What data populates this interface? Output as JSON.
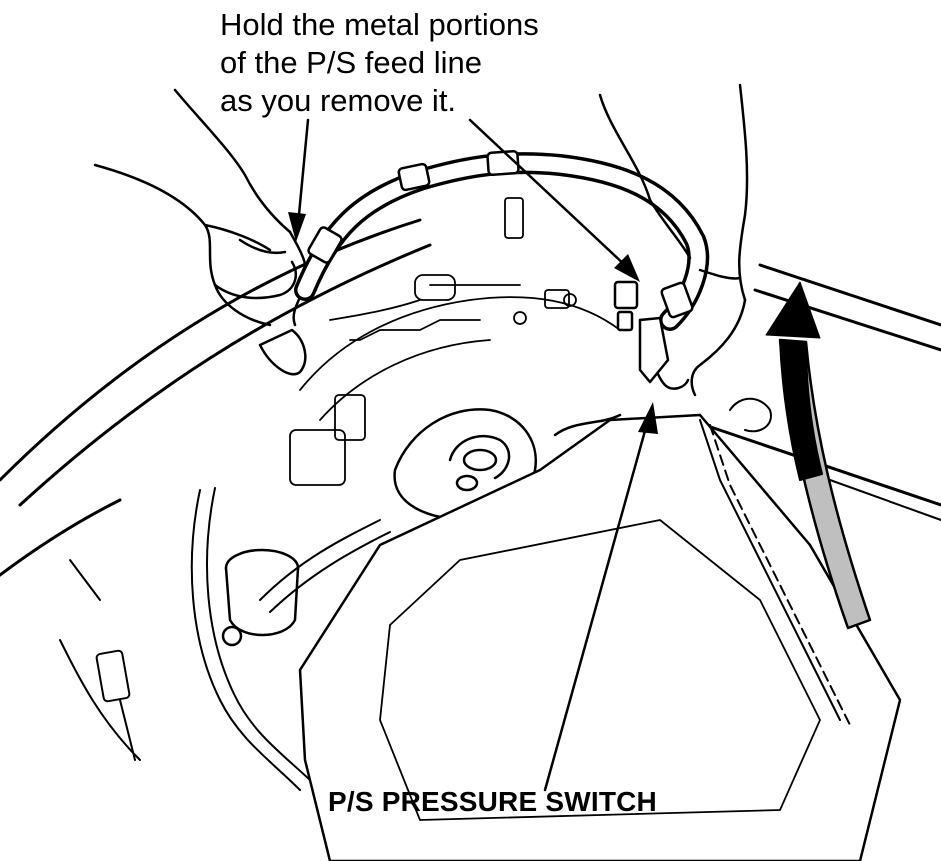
{
  "callouts": {
    "instruction": {
      "lines": [
        "Hold the metal portions",
        "of the P/S feed line",
        "as you remove it."
      ]
    },
    "component_label": "P/S PRESSURE SWITCH"
  },
  "colors": {
    "line": "#000000",
    "background": "#ffffff",
    "arrow_fill": "#000000",
    "arrow_tail_fill": "#bfbfbf"
  }
}
